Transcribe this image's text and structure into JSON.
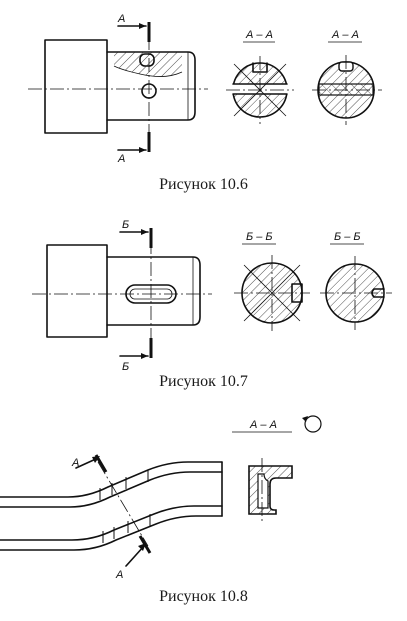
{
  "figures": [
    {
      "caption": "Рисунок 10.6",
      "cut_labels": [
        "A",
        "A"
      ],
      "section_titles": [
        "А – А",
        "А – А"
      ]
    },
    {
      "caption": "Рисунок 10.7",
      "cut_labels": [
        "Б",
        "Б"
      ],
      "section_titles": [
        "Б – Б",
        "Б – Б"
      ]
    },
    {
      "caption": "Рисунок 10.8",
      "cut_labels": [
        "A",
        "A"
      ],
      "section_titles": [
        "А – А"
      ]
    }
  ]
}
